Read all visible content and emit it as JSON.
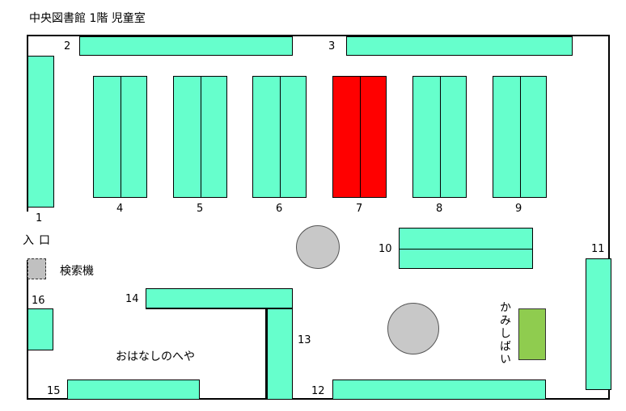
{
  "title": "中央図書館 1階 児童室",
  "shelves": {
    "s1": "1",
    "s2": "2",
    "s3": "3",
    "s4": "4",
    "s5": "5",
    "s6": "6",
    "s7": "7",
    "s8": "8",
    "s9": "9",
    "s10": "10",
    "s11": "11",
    "s12": "12",
    "s13": "13",
    "s14": "14",
    "s15": "15",
    "s16": "16"
  },
  "highlighted_shelf": "7",
  "entrance_label": "入口",
  "kiosk_label": "検索機",
  "story_room_label": "おはなしのへや",
  "kamishibai_label": "かみしばい",
  "colors": {
    "shelf": "#66ffcc",
    "highlight": "#ff0000",
    "kamishibai": "#8fcc4f",
    "table": "#c8c8c8"
  }
}
